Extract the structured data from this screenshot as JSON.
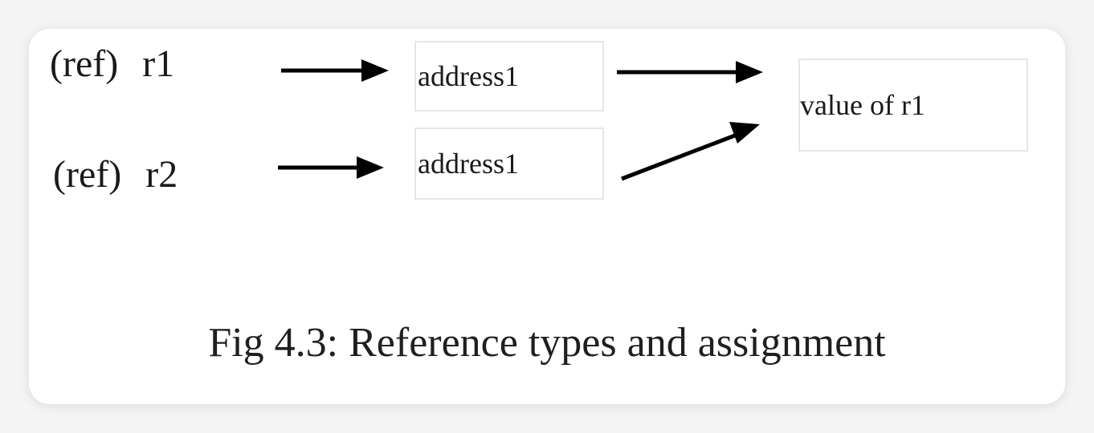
{
  "diagram": {
    "ref1": {
      "prefix": "(ref)",
      "name": "r1"
    },
    "ref2": {
      "prefix": "(ref)",
      "name": "r2"
    },
    "address_box_1": "address1",
    "address_box_2": "address1",
    "value_box": "value of r1",
    "caption": "Fig 4.3: Reference types and assignment"
  }
}
